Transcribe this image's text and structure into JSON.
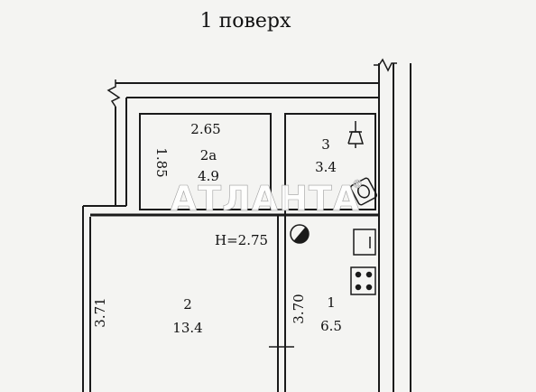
{
  "title": "1 поверх",
  "ceiling_height": "H=2.75",
  "watermark": {
    "text": "АТЛАНТА",
    "mark": "®"
  },
  "rooms": [
    {
      "number": "2а",
      "area": "4.9"
    },
    {
      "number": "3",
      "area": "3.4"
    },
    {
      "number": "2",
      "area": "13.4"
    },
    {
      "number": "1",
      "area": "6.5"
    }
  ],
  "dimensions": {
    "room_2a_width": "2.65",
    "room_2a_depth": "1.85",
    "room_2_depth": "3.71",
    "room_1_depth": "3.70"
  },
  "icons": [
    "lamp-icon",
    "washbasin-icon",
    "boiler-icon",
    "sink-icon",
    "stove-icon",
    "break-line-icon"
  ],
  "colors": {
    "line": "#1a1a1a",
    "background": "#f4f4f2",
    "watermark": "#ffffff"
  }
}
